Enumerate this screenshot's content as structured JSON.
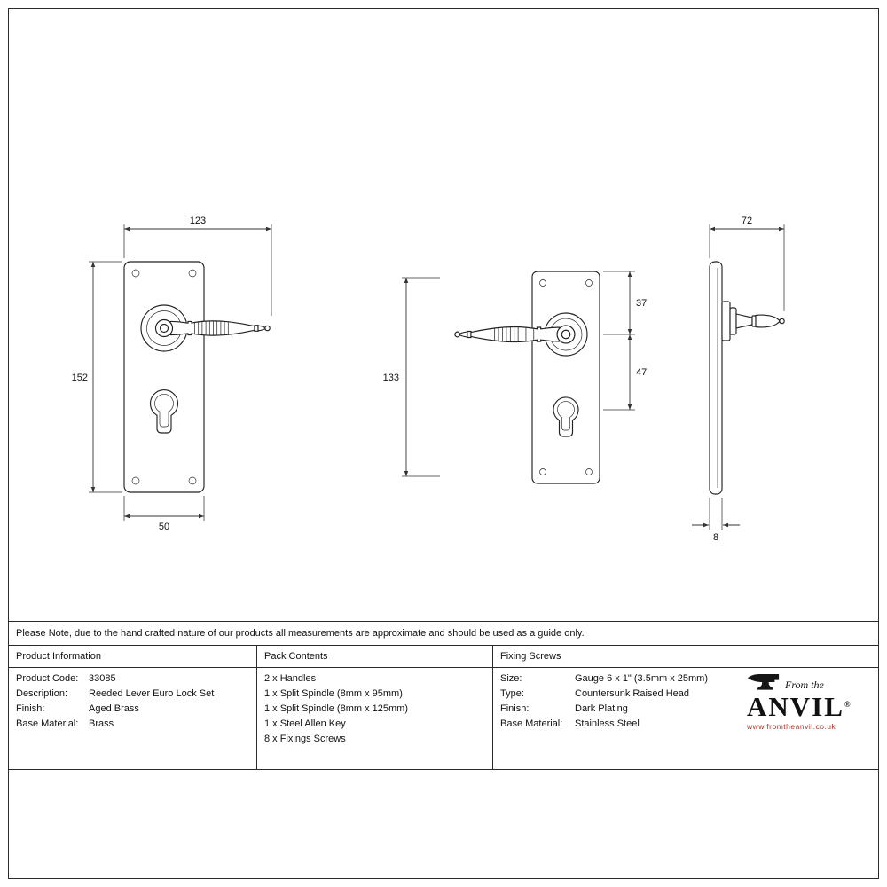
{
  "note": {
    "text": "Please Note, due to the hand crafted nature of our products all measurements are approximate and should be used as a guide only."
  },
  "drawings": {
    "front_view": {
      "width_dim": "123",
      "height_dim": "152",
      "plate_width_dim": "50"
    },
    "rear_view": {
      "height_dim": "133",
      "top_to_lever_dim": "37",
      "lever_to_euro_dim": "47"
    },
    "side_view": {
      "projection_dim": "72",
      "thickness_dim": "8"
    }
  },
  "table": {
    "product_information": {
      "header": "Product Information",
      "rows": [
        {
          "label": "Product Code:",
          "value": "33085"
        },
        {
          "label": "Description:",
          "value": "Reeded Lever Euro Lock Set"
        },
        {
          "label": "Finish:",
          "value": "Aged Brass"
        },
        {
          "label": "Base Material:",
          "value": "Brass"
        }
      ]
    },
    "pack_contents": {
      "header": "Pack Contents",
      "items": [
        "2 x Handles",
        "1 x Split Spindle (8mm x 95mm)",
        "1 x Split Spindle (8mm x 125mm)",
        "1 x Steel Allen Key",
        "8 x Fixings Screws"
      ]
    },
    "fixing_screws": {
      "header": "Fixing Screws",
      "rows": [
        {
          "label": "Size:",
          "value": "Gauge 6 x 1\" (3.5mm x 25mm)"
        },
        {
          "label": "Type:",
          "value": "Countersunk Raised Head"
        },
        {
          "label": "Finish:",
          "value": "Dark Plating"
        },
        {
          "label": "Base Material:",
          "value": "Stainless Steel"
        }
      ]
    }
  },
  "brand": {
    "from_the": "From the",
    "name": "ANVIL",
    "registered": "®",
    "url": "www.fromtheanvil.co.uk",
    "url_color": "#a63b2e",
    "line_color": "#222222"
  }
}
